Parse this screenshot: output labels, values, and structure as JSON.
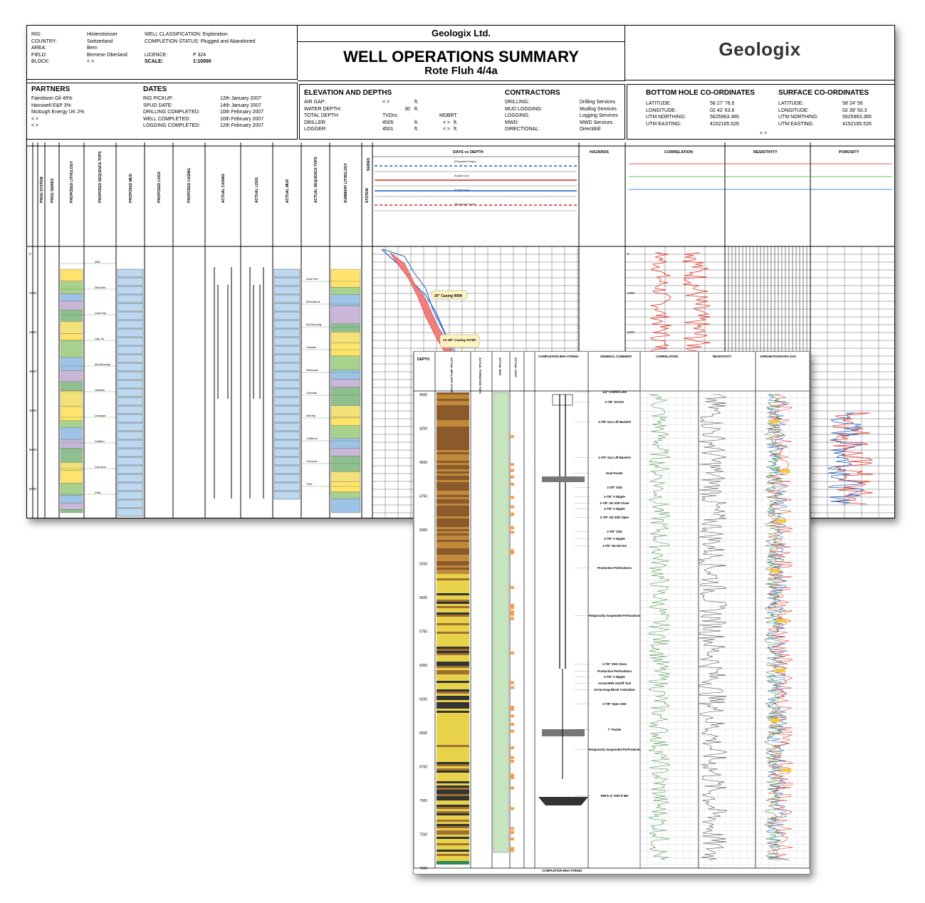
{
  "header": {
    "company": "Geologix Ltd.",
    "title": "WELL OPERATIONS SUMMARY",
    "subtitle": "Rote Fluh 4/4a",
    "logo": "Geologix",
    "well_info": [
      {
        "label": "RIG:",
        "value": "Hinterstoisser"
      },
      {
        "label": "COUNTRY:",
        "value": "Switzerland"
      },
      {
        "label": "AREA:",
        "value": "Bern"
      },
      {
        "label": "FIELD:",
        "value": "Bernese Oberland"
      },
      {
        "label": "BLOCK:",
        "value": "< >"
      }
    ],
    "classification_label": "WELL CLASSIFICATION:",
    "classification": "Exploration",
    "status_label": "COMPLETION STATUS:",
    "status": "Plugged and Abandoned",
    "licence_label": "LICENCE:",
    "licence": "P 324",
    "scale_label": "SCALE:",
    "scale": "1:10000"
  },
  "partners": {
    "title": "PARTNERS",
    "items": [
      "Fairobson Oil 45%",
      "Hasswell E&P 3%",
      "Mclough Energy UK 2%",
      "< >",
      "< >"
    ]
  },
  "dates": {
    "title": "DATES",
    "items": [
      {
        "label": "RIG PICKUP:",
        "value": "12th January 2007"
      },
      {
        "label": "SPUD DATE:",
        "value": "14th January 2007"
      },
      {
        "label": "DRILLING COMPLETED:",
        "value": "10th February 2007"
      },
      {
        "label": "WELL COMPLETED:",
        "value": "10th February 2007"
      },
      {
        "label": "LOGGING COMPLETED:",
        "value": "12th February 2007"
      }
    ]
  },
  "elevation": {
    "title": "ELEVATION AND DEPTHS",
    "air_gap": "AIR GAP:",
    "air_gap_v": "< >",
    "air_gap_u": "ft.",
    "water": "WATER DEPTH:",
    "water_v": "30",
    "water_u": "ft.",
    "total": "TOTAL DEPTH:",
    "tvd": "TVDss",
    "mdbrt": "MDBRT",
    "driller": "DRILLER:",
    "driller_v": "4505",
    "driller_u": "ft.",
    "driller_m": "< >",
    "driller_mu": "ft.",
    "logger": "LOGGER:",
    "logger_v": "4501",
    "logger_u": "ft.",
    "logger_m": "< >",
    "logger_mu": "ft."
  },
  "contractors": {
    "title": "CONTRACTORS",
    "items": [
      {
        "label": "DRILLING:",
        "value": "Drilling Services"
      },
      {
        "label": "MUD LOGGING:",
        "value": "Mudlog Services"
      },
      {
        "label": "LOGGING:",
        "value": "Logging Services"
      },
      {
        "label": "MWD:",
        "value": "MWD Services"
      },
      {
        "label": "DIRECTIONAL:",
        "value": "Directdrill"
      }
    ]
  },
  "bottom_hole": {
    "title": "BOTTOM HOLE CO-ORDINATES",
    "items": [
      {
        "label": "LATITUDE:",
        "value": "58 27' 76.5"
      },
      {
        "label": "LONGITUDE:",
        "value": "02 42' 63.6"
      },
      {
        "label": "UTM NORTHING:",
        "value": "5625963.365"
      },
      {
        "label": "UTM EASTING:",
        "value": "4152165.526"
      }
    ]
  },
  "surface": {
    "title": "SURFACE CO-ORDINATES",
    "items": [
      {
        "label": "LATITUDE:",
        "value": "58 24' 56"
      },
      {
        "label": "LONGITUDE:",
        "value": "02 39' 50.3"
      },
      {
        "label": "UTM NORTHING:",
        "value": "5625963.365"
      },
      {
        "label": "UTM EASTING:",
        "value": "4152165.526"
      }
    ],
    "extra": "< >"
  },
  "log1": {
    "columns": [
      "PROG SYSTEM",
      "PROG SERIES",
      "PROPOSED LITHOLOGY",
      "PROPOSED SEQUENCE TOPS",
      "PROPOSED MUD",
      "PROPOSED LOGS",
      "PROPOSED CASING",
      "ACTUAL CASING",
      "ACTUAL LOGS",
      "ACTUAL MUD",
      "ACTUAL SEQUENCE TOPS",
      "SUMMARY LITHOLOGY",
      "SYSTEM",
      "SERIES"
    ],
    "depth_ticks": [
      "0",
      "1000",
      "2000",
      "3000",
      "4000",
      "5000",
      "6000"
    ],
    "days_title": "DAYS vs DEPTH",
    "days_scales": [
      "(Proposed Days)",
      "Actual Cost",
      "Actual Days",
      "(Proposed Cost)"
    ],
    "casing_notes": [
      "20\" Casing 995ft",
      "13 3/8\" Casing 2276ft"
    ],
    "hazards": "HAZARDS",
    "corr": "CORRELATION",
    "resist": "RESISTIVITY",
    "poro": "POROSITY",
    "seq_tops_prop": [
      "MSL",
      "Sea Bed",
      "Goat Fell",
      "Hay Tor",
      "McGillcuddy",
      "Hoddler",
      "Cheddar",
      "Chiltern",
      "Cheviots",
      "Fells"
    ],
    "seq_tops_act": [
      "Goat Fell",
      "Blencathra",
      "McGillcuddy",
      "Hoddler",
      "Wrinnose",
      "Cheddar",
      "Mendip",
      "Chilterns",
      "Cheviots",
      "Fells"
    ]
  },
  "log2": {
    "depth": "DEPTH",
    "cols": [
      "ACTUAL WELLSITE LITHOLOGY",
      "ACTUAL FORMATION TOPS",
      "ACTUAL MUD",
      "ACTUAL LOGS"
    ],
    "bha": "COMPLETION BHA STRING",
    "comment": "GENERAL COMMENT",
    "corr": "CORRELATION",
    "resist": "RESISTIVITY",
    "gas": "CHROMATOGRAPH GAS",
    "depth_ticks": [
      "4000",
      "4250",
      "4500",
      "4750",
      "5000",
      "5250",
      "5500",
      "5750",
      "6000",
      "6250",
      "6500",
      "6750",
      "7000",
      "7250",
      "7500"
    ],
    "comments": [
      "1/4\" Control Line",
      "2-7/8\" SCSSV",
      "2-7/8\" Gas Lift Mandrel",
      "2-7/8\" Gas Lift Mandrel",
      "Dual Packer",
      "2-7/8\" SSD",
      "2-7/8\" X Nipple",
      "2-7/8\" XD SSD Close",
      "2-7/8\" X Nipple",
      "2-7/8\" XD SSD Open",
      "2-7/8\" SSD",
      "2-7/8\" X Nipple",
      "2-7/8\" XN NO-GO",
      "Production Perforations",
      "Temporarily Suspended Perforations",
      "2-7/8\" SSD Close",
      "Production Perforations",
      "2-7/8\" X Nipple",
      "Arrow RHR On/Off Tool",
      "Arrow Drag Block Centralizer",
      "2-7/8\" Open SSD",
      "7\" Packer",
      "Temporarily Suspended Perforations",
      "PBTD @ 7000 ft MD"
    ],
    "footer": "COMPLETION BHA STRING"
  }
}
